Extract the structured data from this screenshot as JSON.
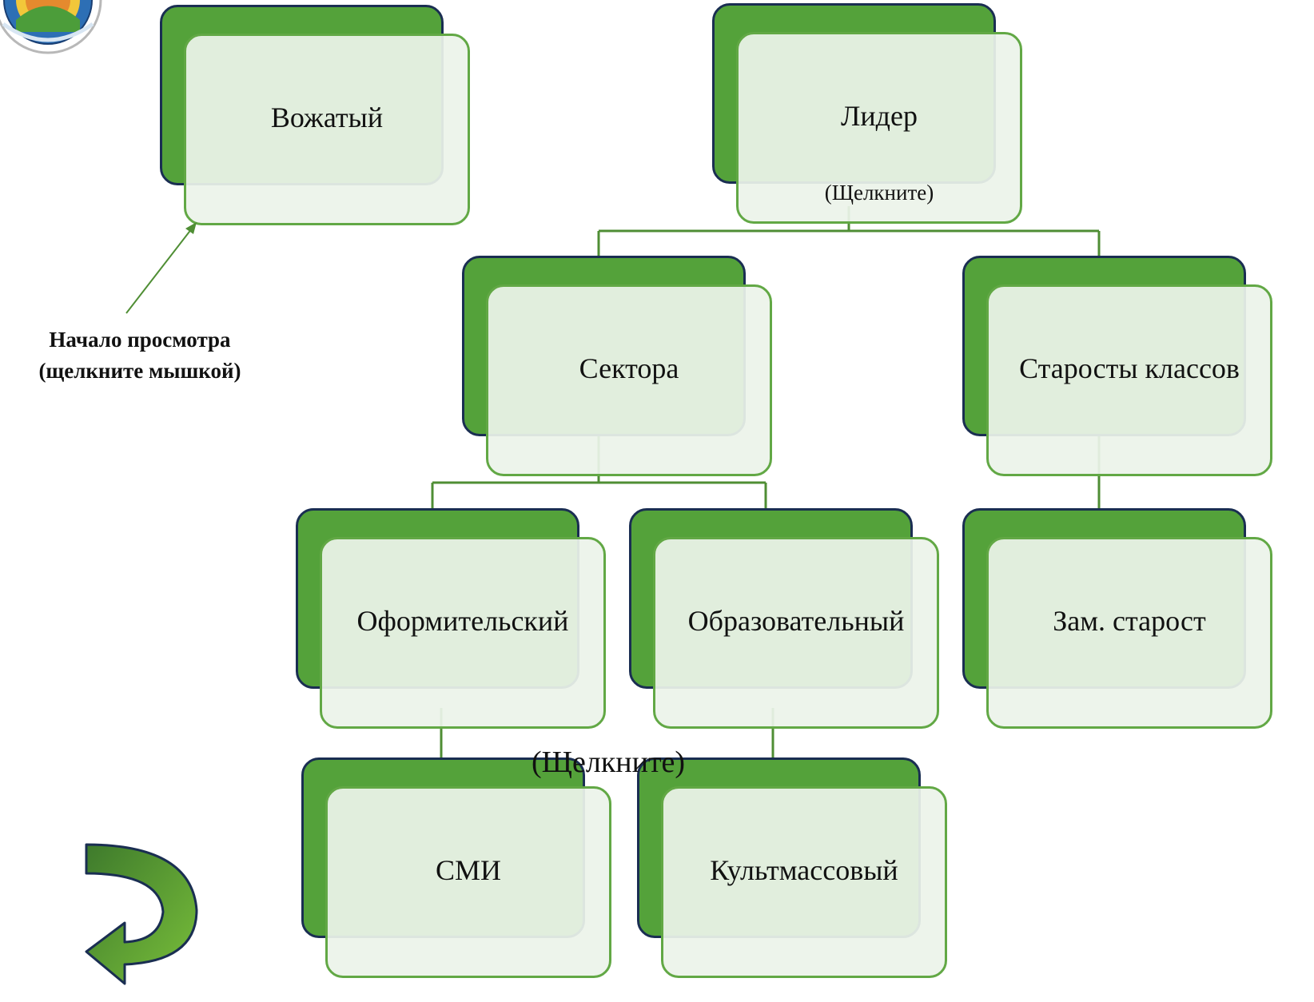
{
  "nodes": {
    "vozhaty": "Вожатый",
    "lider": "Лидер",
    "lider_click": "(Щелкните)",
    "sektora": "Сектора",
    "starosty": "Старосты классов",
    "oformitelsky": "Оформительский",
    "obrazovatelny": "Образовательный",
    "zam_starost": "Зам. старост",
    "smi": "СМИ",
    "kultmassovy": "Культмассовый"
  },
  "annotations": {
    "start_line1": "Начало просмотра",
    "start_line2": "(щелкните мышкой)",
    "click_hint": "(Щелкните)"
  },
  "icons": {
    "logo": "emblem-logo-icon",
    "return": "curved-return-arrow-icon"
  },
  "colors": {
    "back_fill": "#54a23a",
    "back_border": "#1a2e52",
    "front_fill": "#ecf3e9",
    "front_border": "#62a845",
    "connector": "#4f8e34",
    "arrow_dark": "#3e7a2c",
    "arrow_light": "#79bf3a"
  }
}
